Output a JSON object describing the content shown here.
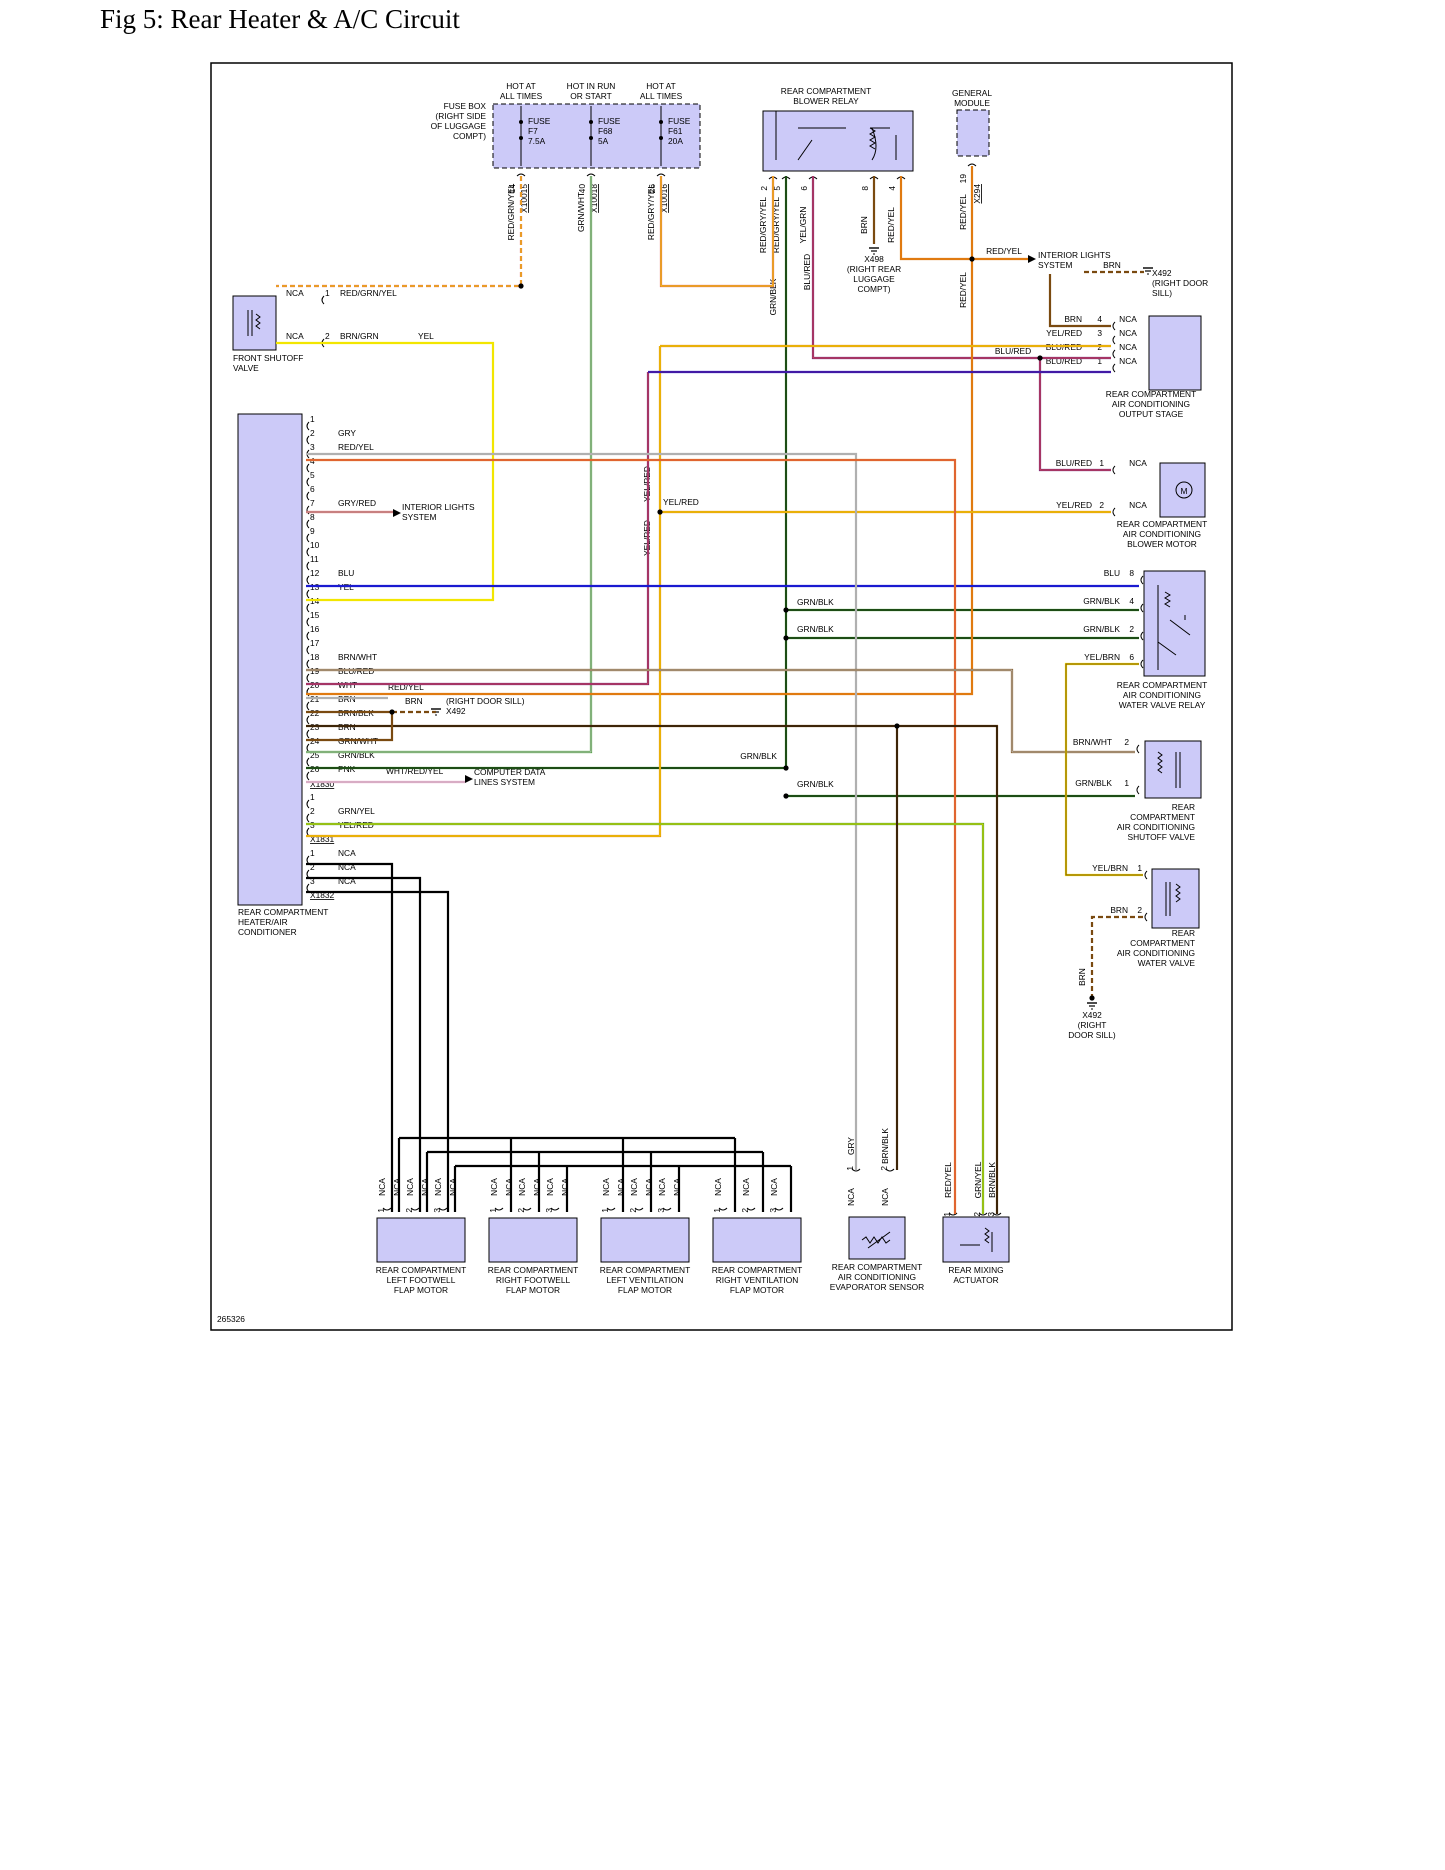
{
  "title": "Fig 5: Rear Heater & A/C Circuit",
  "figure_id": "265326",
  "colors": {
    "RED": "#e05050",
    "YEL": "#f2e600",
    "GRN": "#3a9a2a",
    "BLU": "#1a1ad0",
    "BRN": "#7a4a10",
    "GRY": "#b0b0b0",
    "ORG": "#e07a10",
    "PUR": "#6a1a7a",
    "WHT": "#c8c8c8",
    "PNK": "#e890c0",
    "BLK": "#000000",
    "block": "#cccaf8"
  },
  "fusebox": {
    "label": [
      "FUSE BOX",
      "(RIGHT SIDE",
      "OF LUGGAGE",
      "COMPT)"
    ],
    "headers": [
      [
        "HOT AT",
        "ALL TIMES"
      ],
      [
        "HOT IN RUN",
        "OR START"
      ],
      [
        "HOT AT",
        "ALL TIMES"
      ]
    ],
    "fuses": [
      [
        "FUSE",
        "F7",
        "7.5A"
      ],
      [
        "FUSE",
        "F68",
        "5A"
      ],
      [
        "FUSE",
        "F61",
        "20A"
      ]
    ],
    "pins": [
      {
        "pin": "14",
        "conn": "X10015",
        "wire": "RED/GRN/YEL"
      },
      {
        "pin": "40",
        "conn": "X10018",
        "wire": "GRN/WHT"
      },
      {
        "pin": "26",
        "conn": "X10016",
        "wire": "RED/GRY/YEL"
      }
    ]
  },
  "relay": {
    "label": [
      "REAR COMPARTMENT",
      "BLOWER RELAY"
    ],
    "pins": [
      {
        "pin": "2",
        "wire": "RED/GRY/YEL"
      },
      {
        "pin": "5",
        "wire": "RED/GRY/YEL"
      },
      {
        "pin": "6",
        "wire": "YEL/GRN"
      },
      {
        "pin": "8",
        "wire": "BRN"
      },
      {
        "pin": "4",
        "wire": "RED/YEL"
      }
    ],
    "lower_wires": [
      "GRN/BLK",
      "BLU/RED"
    ],
    "ground": [
      "X498",
      "(RIGHT REAR",
      "LUGGAGE",
      "COMPT)"
    ]
  },
  "general_module": {
    "label": [
      "GENERAL",
      "MODULE"
    ],
    "pin": "19",
    "conn": "X294",
    "wire": "RED/YEL",
    "wire2": "RED/YEL"
  },
  "interior_lights": {
    "label": [
      "INTERIOR LIGHTS",
      "SYSTEM"
    ],
    "wire": "RED/YEL",
    "gnd_wire": "BRN",
    "ground": [
      "X492",
      "(RIGHT DOOR",
      "SILL)"
    ]
  },
  "front_valve": {
    "label": [
      "FRONT SHUTOFF",
      "VALVE"
    ],
    "pins": [
      {
        "nca": "NCA",
        "pin": "1",
        "wire": "RED/GRN/YEL"
      },
      {
        "nca": "NCA",
        "pin": "2",
        "wire": "BRN/GRN",
        "wire2": "YEL"
      }
    ]
  },
  "ac_output": {
    "label": [
      "REAR COMPARTMENT",
      "AIR CONDITIONING",
      "OUTPUT STAGE"
    ],
    "pins": [
      {
        "wire": "BRN",
        "pin": "4",
        "nca": "NCA"
      },
      {
        "wire": "YEL/RED",
        "pin": "3",
        "nca": "NCA"
      },
      {
        "wire": "BLU/RED",
        "pin": "2",
        "nca": "NCA"
      },
      {
        "wire": "BLU/RED",
        "pin": "1",
        "nca": "NCA"
      }
    ],
    "mid_wire": "BLU/RED"
  },
  "blower_motor": {
    "label": [
      "REAR COMPARTMENT",
      "AIR CONDITIONING",
      "BLOWER MOTOR"
    ],
    "symbol": "M",
    "pins": [
      {
        "wire": "BLU/RED",
        "pin": "1",
        "nca": "NCA"
      },
      {
        "wire": "YEL/RED",
        "pin": "2",
        "nca": "NCA"
      }
    ]
  },
  "water_relay": {
    "label": [
      "REAR COMPARTMENT",
      "AIR CONDITIONING",
      "WATER VALVE RELAY"
    ],
    "pins": [
      {
        "wire": "BLU",
        "pin": "8"
      },
      {
        "wire": "GRN/BLK",
        "pin": "4"
      },
      {
        "wire": "GRN/BLK",
        "pin": "2"
      },
      {
        "wire": "YEL/BRN",
        "pin": "6"
      }
    ]
  },
  "shutoff_valve": {
    "label": [
      "REAR",
      "COMPARTMENT",
      "AIR CONDITIONING",
      "SHUTOFF VALVE"
    ],
    "pins": [
      {
        "wire": "BRN/WHT",
        "pin": "2"
      },
      {
        "wire": "GRN/BLK",
        "pin": "1"
      }
    ]
  },
  "water_valve": {
    "label": [
      "REAR",
      "COMPARTMENT",
      "AIR CONDITIONING",
      "WATER VALVE"
    ],
    "pins": [
      {
        "wire": "YEL/BRN",
        "pin": "1"
      },
      {
        "wire": "BRN",
        "pin": "2"
      }
    ],
    "vwire": "BRN",
    "ground": [
      "X492",
      "(RIGHT",
      "DOOR SILL)"
    ]
  },
  "heater": {
    "label": [
      "REAR COMPARTMENT",
      "HEATER/AIR",
      "CONDITIONER"
    ],
    "pins": [
      {
        "pin": "1",
        "wire": ""
      },
      {
        "pin": "2",
        "wire": "GRY"
      },
      {
        "pin": "3",
        "wire": "RED/YEL"
      },
      {
        "pin": "4",
        "wire": ""
      },
      {
        "pin": "5",
        "wire": ""
      },
      {
        "pin": "6",
        "wire": ""
      },
      {
        "pin": "7",
        "wire": "GRY/RED"
      },
      {
        "pin": "8",
        "wire": ""
      },
      {
        "pin": "9",
        "wire": ""
      },
      {
        "pin": "10",
        "wire": ""
      },
      {
        "pin": "11",
        "wire": ""
      },
      {
        "pin": "12",
        "wire": "BLU"
      },
      {
        "pin": "13",
        "wire": "YEL"
      },
      {
        "pin": "14",
        "wire": ""
      },
      {
        "pin": "15",
        "wire": ""
      },
      {
        "pin": "16",
        "wire": ""
      },
      {
        "pin": "17",
        "wire": ""
      },
      {
        "pin": "18",
        "wire": "BRN/WHT"
      },
      {
        "pin": "19",
        "wire": "BLU/RED"
      },
      {
        "pin": "20",
        "wire": "WHT"
      },
      {
        "pin": "21",
        "wire": "BRN"
      },
      {
        "pin": "22",
        "wire": "BRN/BLK"
      },
      {
        "pin": "23",
        "wire": "BRN"
      },
      {
        "pin": "24",
        "wire": "GRN/WHT"
      },
      {
        "pin": "25",
        "wire": "GRN/BLK"
      },
      {
        "pin": "26",
        "wire": "PNK"
      }
    ],
    "conn1": "X1830",
    "pins2": [
      {
        "pin": "1",
        "wire": ""
      },
      {
        "pin": "2",
        "wire": "GRN/YEL"
      },
      {
        "pin": "3",
        "wire": "YEL/RED"
      }
    ],
    "conn2": "X1831",
    "pins3": [
      {
        "pin": "1",
        "wire": "NCA"
      },
      {
        "pin": "2",
        "wire": "NCA"
      },
      {
        "pin": "3",
        "wire": "NCA"
      }
    ],
    "conn3": "X1832"
  },
  "branch_labels": {
    "interior_lights": [
      "INTERIOR LIGHTS",
      "SYSTEM"
    ],
    "red_yel": "RED/YEL",
    "brn": "BRN",
    "x492": "X492",
    "door_sill": "(RIGHT DOOR SILL)",
    "wht_red_yel": "WHT/RED/YEL",
    "computer": [
      "COMPUTER DATA",
      "LINES SYSTEM"
    ],
    "yel_red_h": "YEL/RED",
    "yel_red_v1": "YEL/RED",
    "yel_red_v2": "YEL/RED",
    "grn_blk_a": "GRN/BLK",
    "grn_blk_b": "GRN/BLK",
    "grn_blk_c": "GRN/BLK",
    "grn_blk_d": "GRN/BLK"
  },
  "motors": [
    {
      "label": [
        "REAR COMPARTMENT",
        "LEFT FOOTWELL",
        "FLAP MOTOR"
      ],
      "pins": [
        "1",
        "2",
        "3"
      ]
    },
    {
      "label": [
        "REAR COMPARTMENT",
        "RIGHT FOOTWELL",
        "FLAP MOTOR"
      ],
      "pins": [
        "1",
        "2",
        "3"
      ]
    },
    {
      "label": [
        "REAR COMPARTMENT",
        "LEFT VENTILATION",
        "FLAP MOTOR"
      ],
      "pins": [
        "1",
        "2",
        "3"
      ]
    },
    {
      "label": [
        "REAR COMPARTMENT",
        "RIGHT VENTILATION",
        "FLAP MOTOR"
      ],
      "pins": [
        "1",
        "2",
        "3"
      ]
    }
  ],
  "motor_nca": "NCA",
  "evap_sensor": {
    "label": [
      "REAR COMPARTMENT",
      "AIR CONDITIONING",
      "EVAPORATOR SENSOR"
    ],
    "pins": [
      {
        "pin": "1",
        "wire": "GRY",
        "nca": "NCA"
      },
      {
        "pin": "2",
        "wire": "BRN/BLK",
        "nca": "NCA"
      }
    ]
  },
  "mixing": {
    "label": [
      "REAR MIXING",
      "ACTUATOR"
    ],
    "pins": [
      {
        "pin": "1",
        "wire": "RED/YEL"
      },
      {
        "pin": "2",
        "wire": "GRN/YEL"
      },
      {
        "pin": "3",
        "wire": "BRN/BLK"
      }
    ]
  }
}
